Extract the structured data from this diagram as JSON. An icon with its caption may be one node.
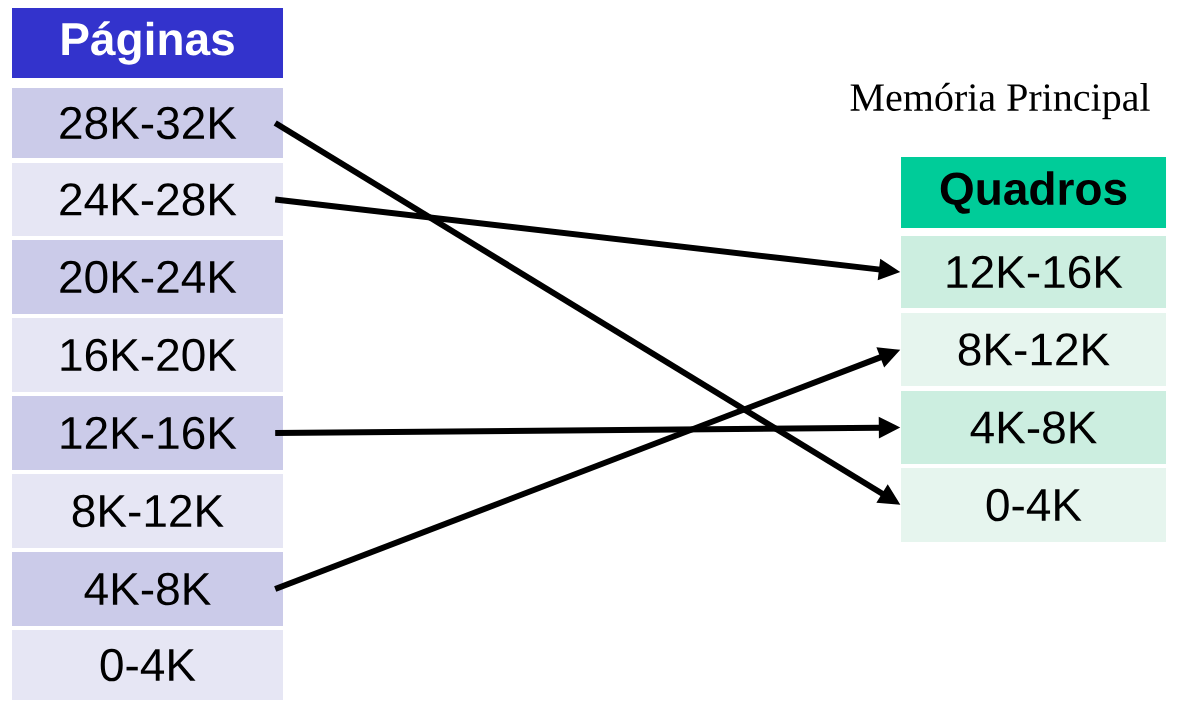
{
  "diagram": {
    "nodes": [
      {
        "text": [
          "Páginas"
        ]
      },
      {
        "text": [
          "28K-32K"
        ]
      },
      {
        "text": [
          "24K-28K"
        ]
      },
      {
        "text": [
          "20K-24K"
        ]
      },
      {
        "text": [
          "16K-20K"
        ]
      },
      {
        "text": [
          "12K-16K"
        ]
      },
      {
        "text": [
          "8K-12K"
        ]
      },
      {
        "text": [
          "4K-8K"
        ]
      },
      {
        "text": [
          "0-4K"
        ]
      },
      {
        "text": [
          "Quadros"
        ]
      },
      {
        "text": [
          "12K-16K"
        ]
      },
      {
        "text": [
          "8K-12K"
        ]
      },
      {
        "text": [
          "4K-8K"
        ]
      },
      {
        "text": [
          "0-4K"
        ]
      }
    ],
    "edges": [
      {
        "from": 1,
        "to": 13,
        "arrow": "to"
      },
      {
        "from": 2,
        "to": 10,
        "arrow": "to"
      },
      {
        "from": 5,
        "to": 12,
        "arrow": "to"
      },
      {
        "from": 7,
        "to": 11,
        "arrow": "to"
      }
    ],
    "labels": [
      "Memória Principal"
    ]
  }
}
